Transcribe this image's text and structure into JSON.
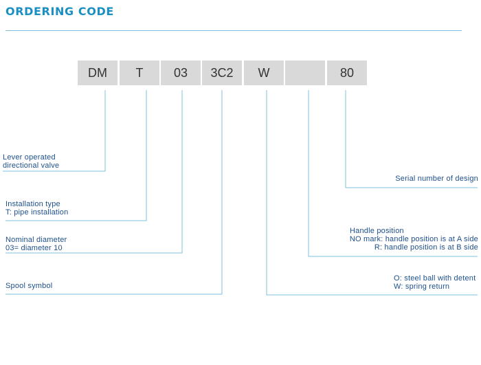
{
  "title": "ORDERING CODE",
  "code_segments": [
    "DM",
    "T",
    "03",
    "3C2",
    "W",
    "",
    "80"
  ],
  "descriptions": {
    "lever": [
      "Lever operated",
      "directional valve"
    ],
    "installation": [
      "Installation type",
      "T: pipe installation"
    ],
    "nominal": [
      "Nominal diameter",
      "03= diameter 10"
    ],
    "spool": [
      "Spool symbol"
    ],
    "serial": [
      "Serial number of design"
    ],
    "handle": [
      "Handle position",
      "NO mark: handle position is at A side",
      "R: handle position is at B side"
    ],
    "detent": [
      "O: steel ball with detent",
      "W: spring return"
    ]
  },
  "colors": {
    "title": "#1a8fc4",
    "rule": "#7fc0de",
    "box_fill": "#d9d9d9",
    "box_text": "#333333",
    "label_text": "#1d4f8c"
  }
}
